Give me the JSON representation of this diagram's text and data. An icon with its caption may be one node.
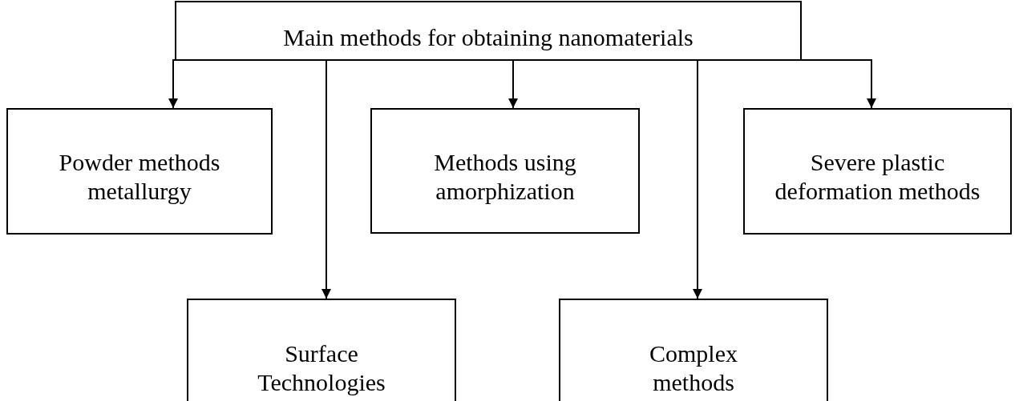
{
  "diagram": {
    "nodes": [
      {
        "text": [
          "Main methods for obtaining nanomaterials"
        ]
      },
      {
        "text": [
          "Powder methods metallurgy"
        ]
      },
      {
        "text": [
          "Methods using amorphization"
        ]
      },
      {
        "text": [
          "Severe plastic deformation methods"
        ]
      },
      {
        "text": [
          "Surface Technologies"
        ]
      },
      {
        "text": [
          "Complex methods"
        ]
      }
    ],
    "edges": [
      {
        "from": 0,
        "to": 1,
        "arrow": "to"
      },
      {
        "from": 0,
        "to": 4,
        "arrow": "to"
      },
      {
        "from": 0,
        "to": 2,
        "arrow": "to"
      },
      {
        "from": 0,
        "to": 5,
        "arrow": "to"
      },
      {
        "from": 0,
        "to": 3,
        "arrow": "to"
      }
    ]
  }
}
